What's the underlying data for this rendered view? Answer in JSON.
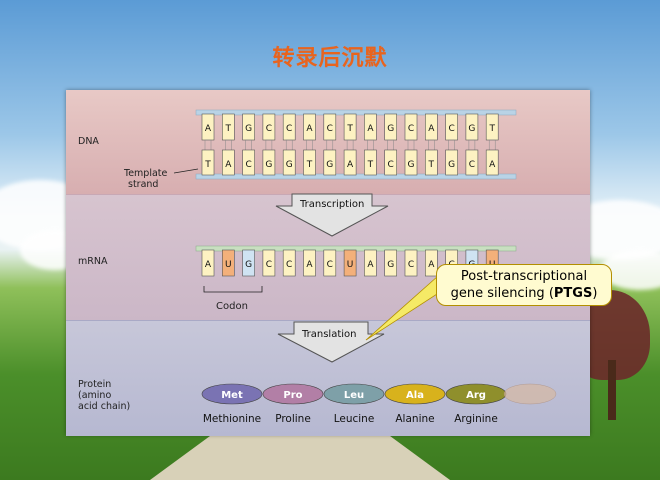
{
  "title": "转录后沉默",
  "labels": {
    "dna": "DNA",
    "template": "Template",
    "strand": "strand",
    "transcription": "Transcription",
    "mrna": "mRNA",
    "codon": "Codon",
    "translation": "Translation",
    "protein1": "Protein",
    "protein2": "(amino",
    "protein3": "acid chain)"
  },
  "callout": {
    "line1": "Post-transcriptional",
    "line2a": "gene silencing (",
    "line2b": "PTGS",
    "line2c": ")"
  },
  "dna_top": [
    "A",
    "T",
    "G",
    "C",
    "C",
    "A",
    "C",
    "T",
    "A",
    "G",
    "C",
    "A",
    "C",
    "G",
    "T"
  ],
  "dna_bottom": [
    "T",
    "A",
    "C",
    "G",
    "G",
    "T",
    "G",
    "A",
    "T",
    "C",
    "G",
    "T",
    "G",
    "C",
    "A"
  ],
  "mrna": [
    "A",
    "U",
    "G",
    "C",
    "C",
    "A",
    "C",
    "U",
    "A",
    "G",
    "C",
    "A",
    "C",
    "G",
    "U"
  ],
  "amino_acids": [
    {
      "abbr": "Met",
      "name": "Methionine",
      "color": "#7a73b3"
    },
    {
      "abbr": "Pro",
      "name": "Proline",
      "color": "#b27fa6"
    },
    {
      "abbr": "Leu",
      "name": "Leucine",
      "color": "#7ea0a8"
    },
    {
      "abbr": "Ala",
      "name": "Alanine",
      "color": "#d8b21c"
    },
    {
      "abbr": "Arg",
      "name": "Arginine",
      "color": "#8f8f2c"
    }
  ]
}
